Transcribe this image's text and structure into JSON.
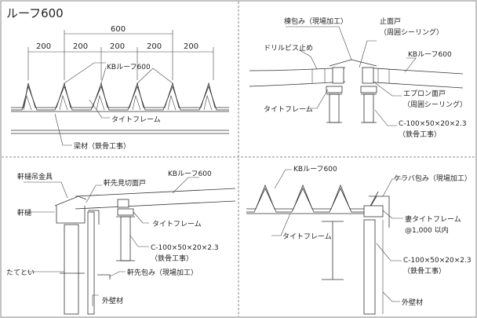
{
  "panel_tl": {
    "title": "ルーフ600",
    "dim_total": "600",
    "dims": [
      "200",
      "200",
      "200",
      "200",
      "200"
    ],
    "label_roof": "KBルーフ600",
    "label_frame": "タイトフレーム",
    "label_beam": "梁材（鉄骨工事）"
  },
  "panel_tr": {
    "label_ridge_cover": "棟包み（現場加工）",
    "label_stop": "止面戸",
    "label_stop_sub": "（周囲シーリング）",
    "label_drill": "ドリルビス止め",
    "label_roof": "KBルーフ600",
    "label_apron": "エプロン面戸",
    "label_apron_sub": "（周囲シーリング）",
    "label_frame": "タイトフレーム",
    "label_c_steel": "C-100×50×20×2.3",
    "label_c_steel_sub": "（鉄骨工事）"
  },
  "panel_bl": {
    "label_gutter_bracket": "軒樋吊金具",
    "label_eave_face": "軒先見切面戸",
    "label_roof": "KBルーフ600",
    "label_gutter": "軒樋",
    "label_frame": "タイトフレーム",
    "label_c_steel": "C-100×50×20×2.3",
    "label_c_steel_sub": "（鉄骨工事）",
    "label_downpipe": "たてとい",
    "label_eave_cover": "軒先包み（現場加工）",
    "label_wall": "外壁材"
  },
  "panel_br": {
    "label_roof": "KBルーフ600",
    "label_verge": "ケラバ包み（現場加工）",
    "label_frame": "タイトフレーム",
    "label_gable_frame": "妻タイトフレーム",
    "label_gable_pitch": "@1,000 以内",
    "label_c_steel": "C-100×50×20×2.3",
    "label_c_steel_sub": "（鉄骨工事）",
    "label_wall": "外壁材"
  }
}
